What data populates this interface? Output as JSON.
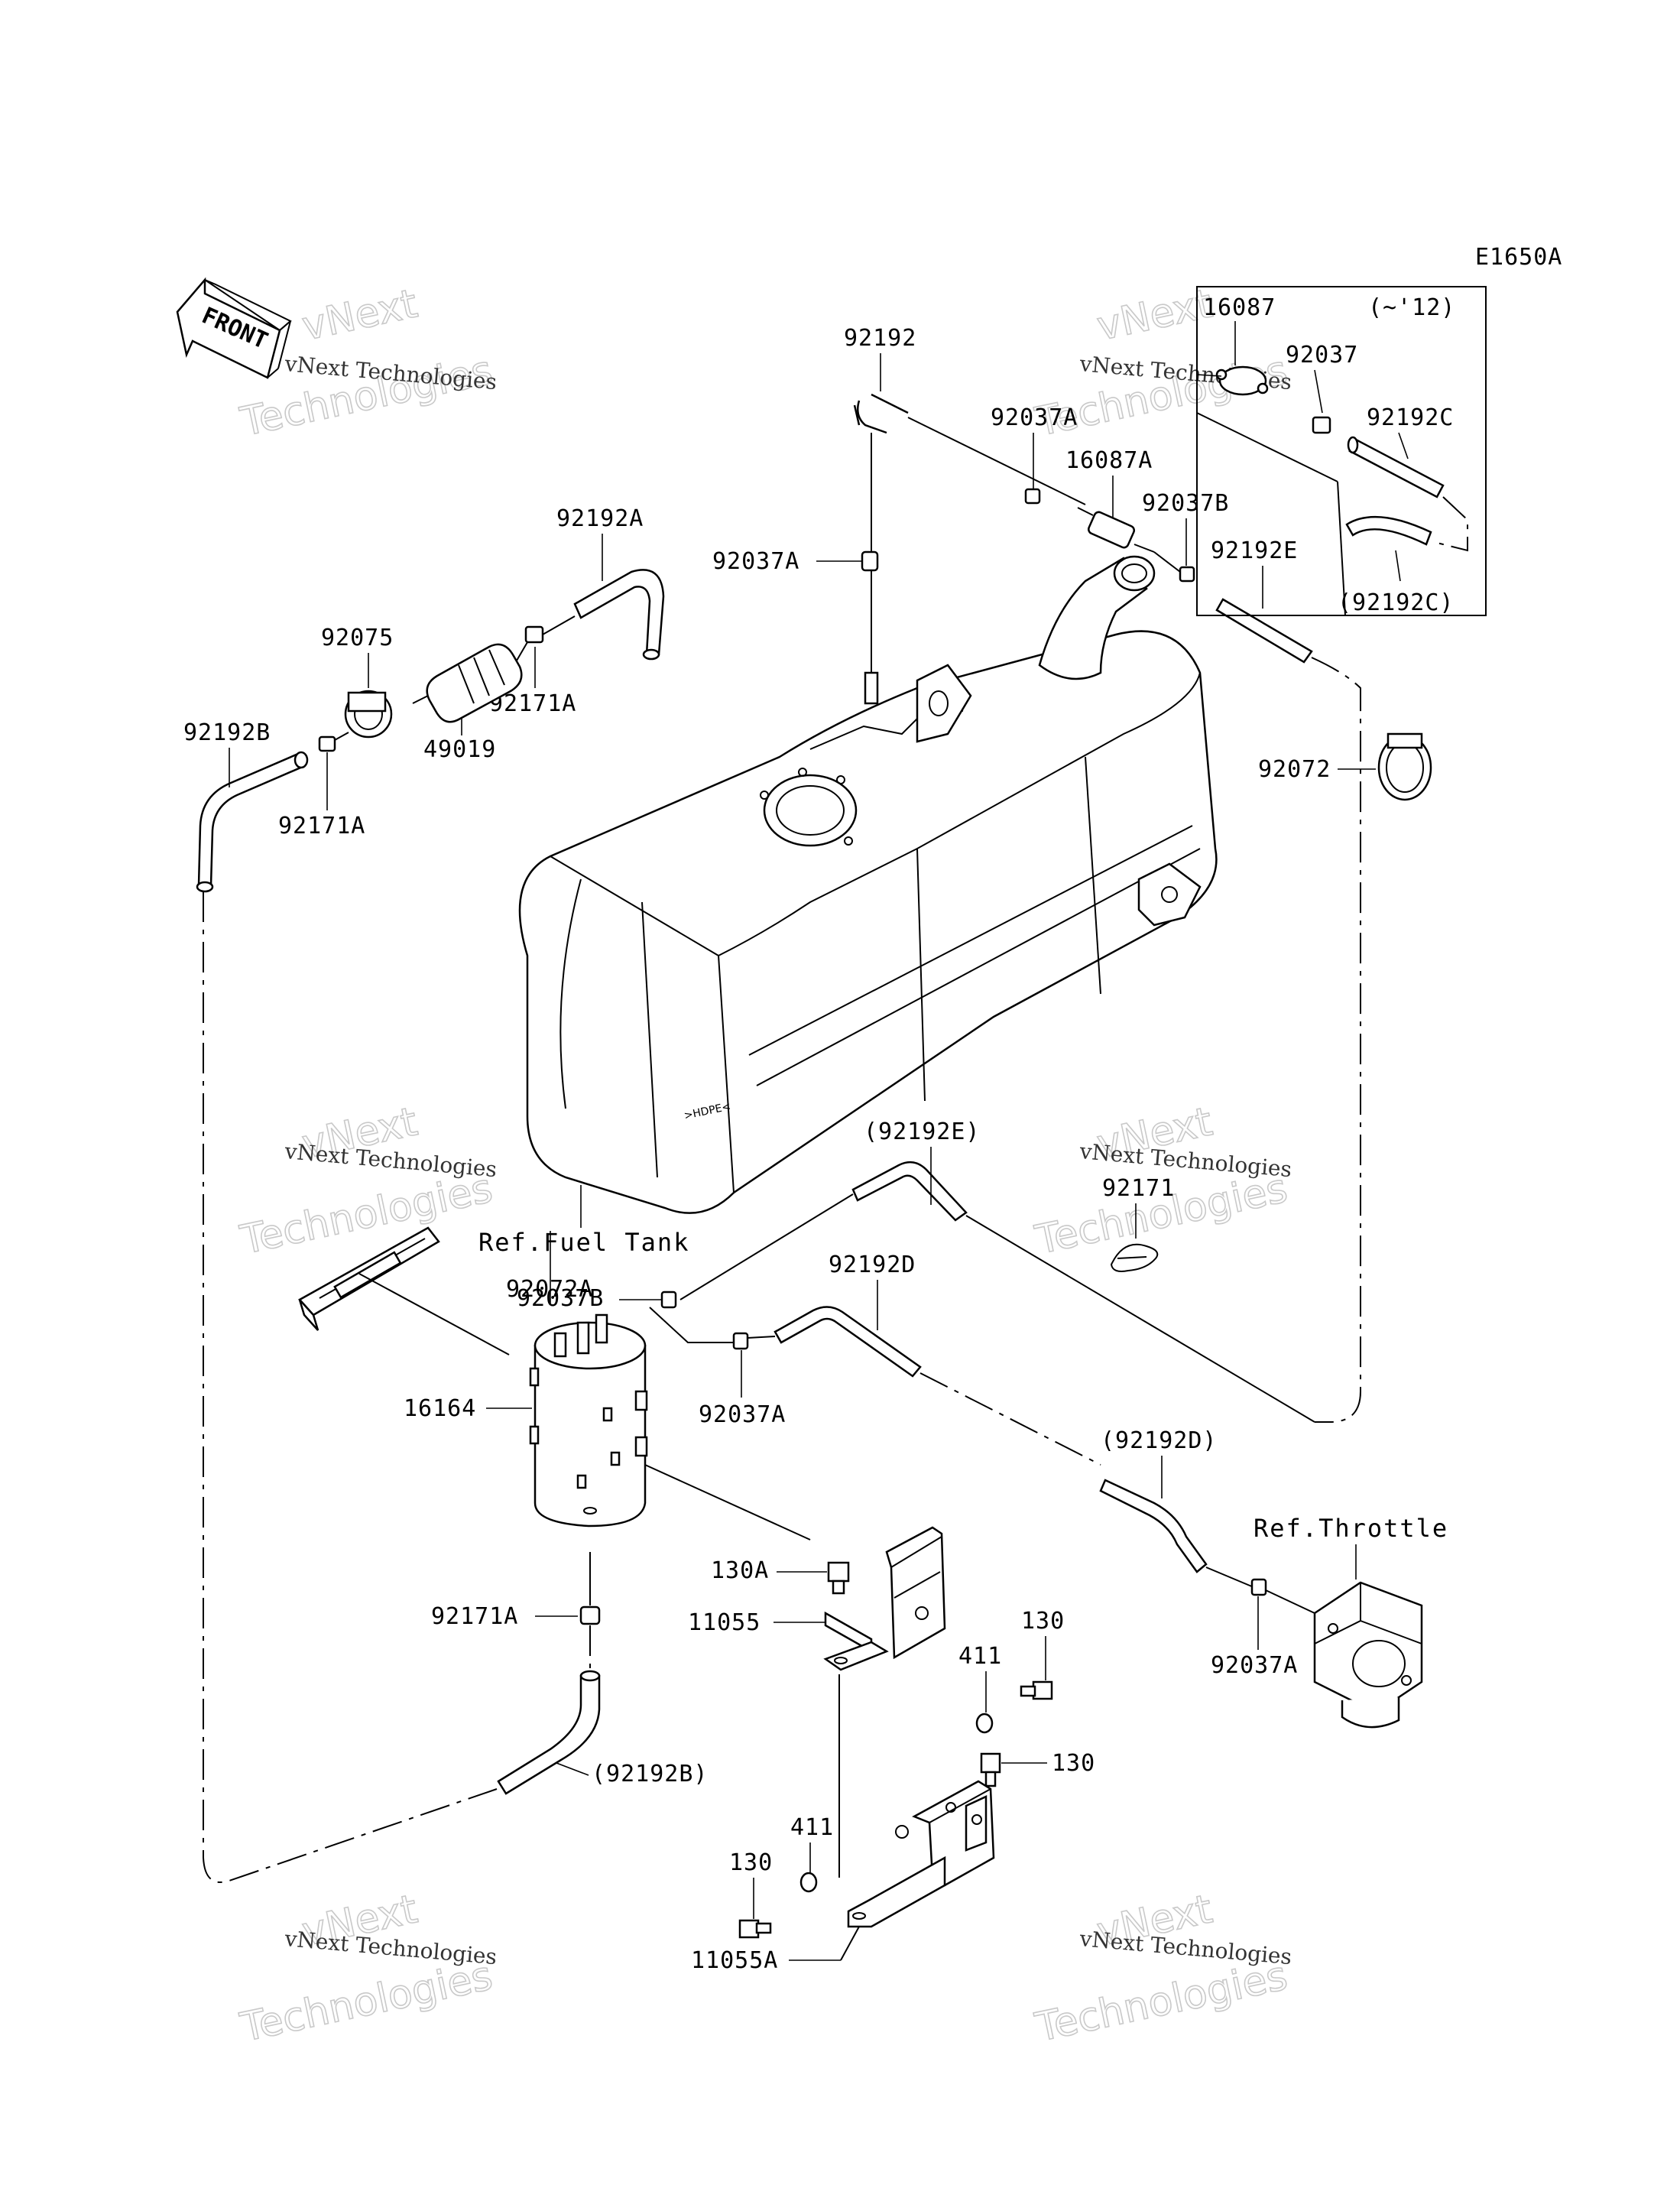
{
  "diagram": {
    "code": "E1650A",
    "front_label": "FRONT",
    "inset_note": "(~'12)",
    "watermark_name": "vNext Technologies",
    "watermark_big_1": "vNext",
    "watermark_big_2": "Technologies",
    "tank_marking": ">HDPE<",
    "refs": {
      "fuel_tank": "Ref.Fuel Tank",
      "throttle": "Ref.Throttle"
    },
    "labels": {
      "l92192": "92192",
      "l92037A_top": "92037A",
      "l16087": "16087",
      "l92037": "92037",
      "l92192C": "92192C",
      "l92192C_paren": "(92192C)",
      "l16087A": "16087A",
      "l92037B_top": "92037B",
      "l92192E": "92192E",
      "l92037A_left": "92037A",
      "l92192A": "92192A",
      "l92075": "92075",
      "l92171A_top": "92171A",
      "l49019": "49019",
      "l92192B": "92192B",
      "l92171A_mid": "92171A",
      "l92072": "92072",
      "l92192E_paren": "(92192E)",
      "l92171": "92171",
      "l92072A": "92072A",
      "l92037B_mid": "92037B",
      "l92192D": "92192D",
      "l16164": "16164",
      "l92037A_mid": "92037A",
      "l92192D_paren": "(92192D)",
      "l130A": "130A",
      "l11055": "11055",
      "l92171A_low": "92171A",
      "l411_a": "411",
      "l130_a": "130",
      "l130_b": "130",
      "l411_b": "411",
      "l130_c": "130",
      "l11055A": "11055A",
      "l92192B_paren": "(92192B)",
      "l92037A_right": "92037A"
    }
  }
}
